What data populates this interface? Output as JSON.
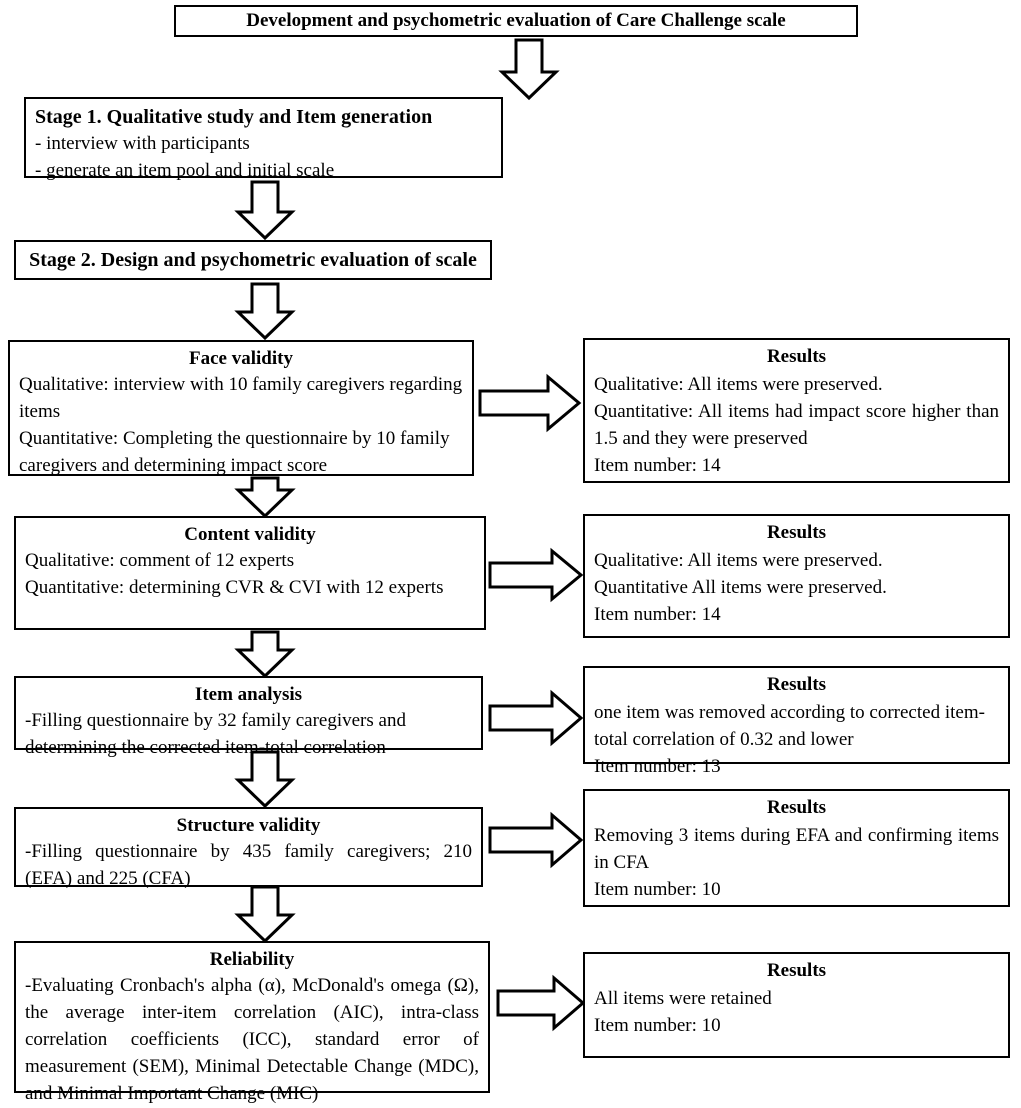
{
  "diagram": {
    "title_box": {
      "text": "Development and psychometric evaluation of Care Challenge scale"
    },
    "stages": [
      {
        "name": "stage-1",
        "title": "Stage 1. Qualitative study and Item generation",
        "body": "- interview with participants\n- generate an item pool and initial scale"
      },
      {
        "name": "stage-2",
        "title": "Stage 2. Design and psychometric evaluation of scale",
        "body": ""
      }
    ],
    "steps": [
      {
        "name": "face-validity",
        "title": "Face validity",
        "body": "Qualitative: interview with 10 family caregivers regarding items\nQuantitative: Completing the questionnaire by 10 family caregivers and determining impact score",
        "result": {
          "title": "Results",
          "body": "Qualitative: All items were preserved.\nQuantitative: All items had impact score higher than 1.5 and they were preserved\nItem number: 14"
        }
      },
      {
        "name": "content-validity",
        "title": "Content validity",
        "body": "Qualitative: comment of 12 experts\nQuantitative: determining CVR & CVI with 12 experts",
        "result": {
          "title": "Results",
          "body": "Qualitative: All items were preserved.\nQuantitative All items were preserved.\nItem number: 14"
        }
      },
      {
        "name": "item-analysis",
        "title": "Item analysis",
        "body": "-Filling questionnaire by 32 family caregivers and determining the corrected item-total correlation",
        "result": {
          "title": "Results",
          "body": "one item was removed according to corrected item-total correlation of 0.32 and lower\nItem number: 13"
        }
      },
      {
        "name": "structure-validity",
        "title": "Structure validity",
        "body": "-Filling questionnaire by 435 family caregivers; 210 (EFA) and 225 (CFA)",
        "result": {
          "title": "Results",
          "body": "Removing 3 items during EFA and confirming items in CFA\nItem number: 10"
        }
      },
      {
        "name": "reliability",
        "title": "Reliability",
        "body": "-Evaluating Cronbach's alpha (α), McDonald's omega (Ω), the average inter-item correlation (AIC), intra-class correlation coefficients (ICC), standard error of measurement (SEM), Minimal Detectable Change (MDC), and Minimal Important Change (MIC)",
        "result": {
          "title": "Results",
          "body": "All items were retained\nItem number: 10"
        }
      }
    ],
    "colors": {
      "stroke": "#000000",
      "fill": "#ffffff",
      "text": "#000000"
    }
  }
}
